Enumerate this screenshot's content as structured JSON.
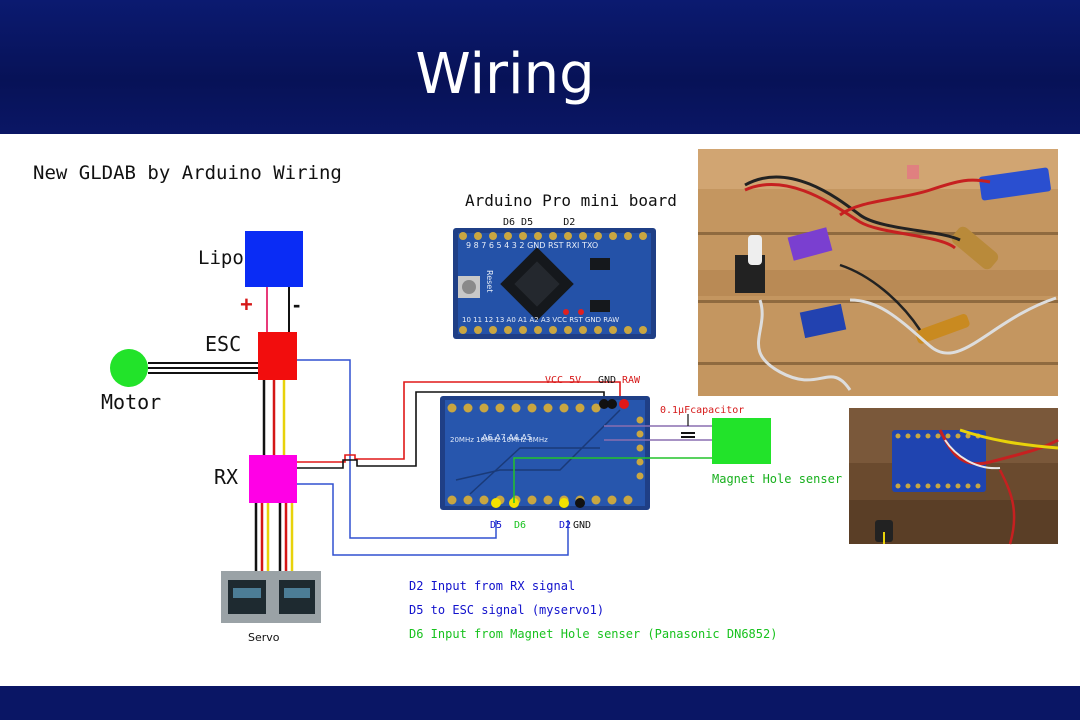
{
  "slide": {
    "title": "Wiring"
  },
  "diagram": {
    "heading": "New GLDAB by Arduino  Wiring",
    "board_caption": "Arduino Pro mini board",
    "board_top_pins": "D6 D5     D2",
    "lipo_label": "Lipo",
    "plus_label": "+",
    "minus_label": "-",
    "esc_label": "ESC",
    "motor_label": "Motor",
    "rx_label": "RX",
    "servo_label": "Servo",
    "vcc_label": "VCC 5V",
    "gnd_top_label": "GND",
    "raw_label": "RAW",
    "capacitor_label": "0.1μFcapacitor",
    "sensor_label": "Magnet Hole senser",
    "pin_d5": "D5",
    "pin_d6": "D6",
    "pin_d2": "D2",
    "pin_gnd": "GND",
    "notes": [
      "D2 Input from RX signal",
      "D5 to ESC signal (myservo1)",
      "D6 Input from Magnet Hole senser (Panasonic DN6852)"
    ]
  },
  "colors": {
    "header": "#0a1665",
    "lipo": "#0a2cf5",
    "esc": "#f20d0d",
    "motor": "#22e32a",
    "rx": "#ff00e6",
    "sensor": "#22e32a",
    "note_blue": "#1111cc",
    "note_green": "#18c21e",
    "red_wire": "#e01818",
    "blue_wire": "#3050d0"
  },
  "board_silkscreen": {
    "top_row": "9 8 7 6 5 4 3 2 GND RST RXI TXO",
    "bottom_row": "10 11 12 13 A0 A1 A2 A3 VCC RST GND RAW",
    "reset": "Reset",
    "bottom_board_freq": "20MHz 16MHz 10MHz 8MHz",
    "bottom_board_pins": "A6 A7 A4 A5"
  }
}
